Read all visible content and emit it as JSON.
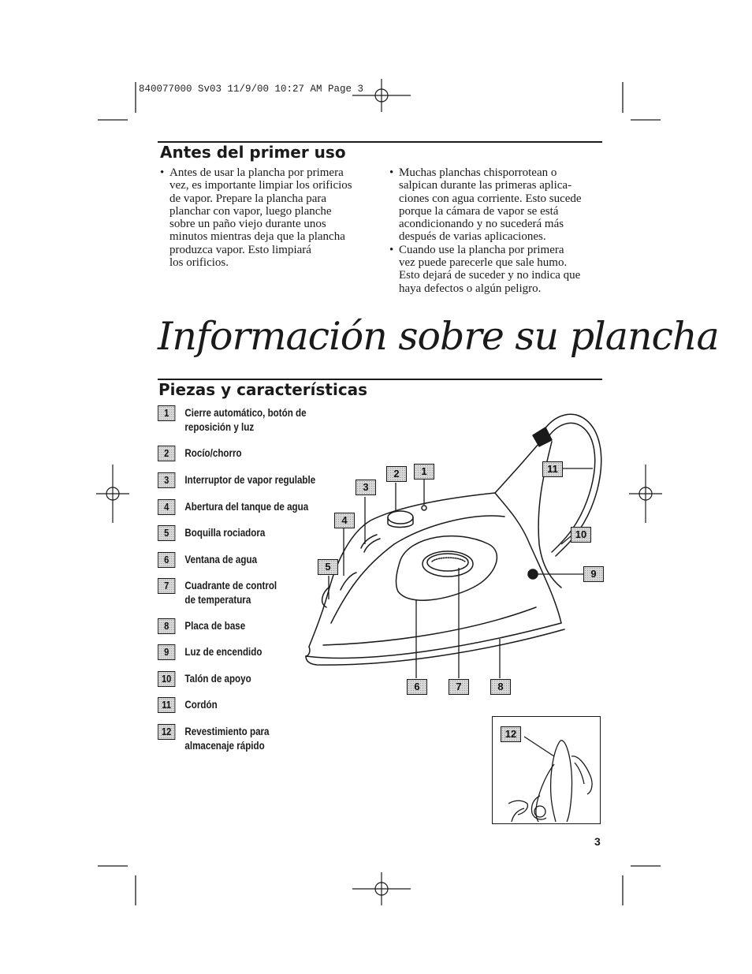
{
  "slug": "840077000 Sv03  11/9/00  10:27 AM  Page 3",
  "before_first_use": {
    "heading": "Antes del primer uso",
    "left_bullet_lines": [
      "Antes de usar la plancha por primera",
      "vez, es importante limpiar los orificios",
      "de vapor. Prepare la plancha para",
      "planchar con vapor, luego planche",
      "sobre un paño viejo durante unos",
      "minutos mientras deja que la plancha",
      "produzca vapor. Esto limpiará",
      "los orificios."
    ],
    "right_bullet1_lines": [
      "Muchas planchas chisporrotean o",
      "salpican durante las primeras aplica-",
      "ciones con agua corriente. Esto sucede",
      "porque la cámara de vapor se está",
      "acondicionando y no sucederá más",
      "después de varias aplicaciones."
    ],
    "right_bullet2_lines": [
      "Cuando use la plancha por primera",
      "vez puede parecerle que sale humo.",
      "Esto dejará de suceder y no indica que",
      "haya defectos o algún peligro."
    ]
  },
  "section_title": "Información sobre su plancha",
  "parts": {
    "heading": "Piezas y características",
    "items": [
      {
        "num": "1",
        "line1": "Cierre automático, botón de",
        "line2": "reposición y luz"
      },
      {
        "num": "2",
        "line1": "Rocío/chorro",
        "line2": ""
      },
      {
        "num": "3",
        "line1": "Interruptor de vapor regulable",
        "line2": ""
      },
      {
        "num": "4",
        "line1": "Abertura del tanque de agua",
        "line2": ""
      },
      {
        "num": "5",
        "line1": "Boquilla rociadora",
        "line2": ""
      },
      {
        "num": "6",
        "line1": "Ventana de agua",
        "line2": ""
      },
      {
        "num": "7",
        "line1": "Cuadrante de control",
        "line2": "de temperatura"
      },
      {
        "num": "8",
        "line1": "Placa de base",
        "line2": ""
      },
      {
        "num": "9",
        "line1": "Luz de encendido",
        "line2": ""
      },
      {
        "num": "10",
        "line1": "Talón de apoyo",
        "line2": ""
      },
      {
        "num": "11",
        "line1": "Cordón",
        "line2": ""
      },
      {
        "num": "12",
        "line1": "Revestimiento para",
        "line2": "almacenaje rápido"
      }
    ]
  },
  "page_number": "3"
}
